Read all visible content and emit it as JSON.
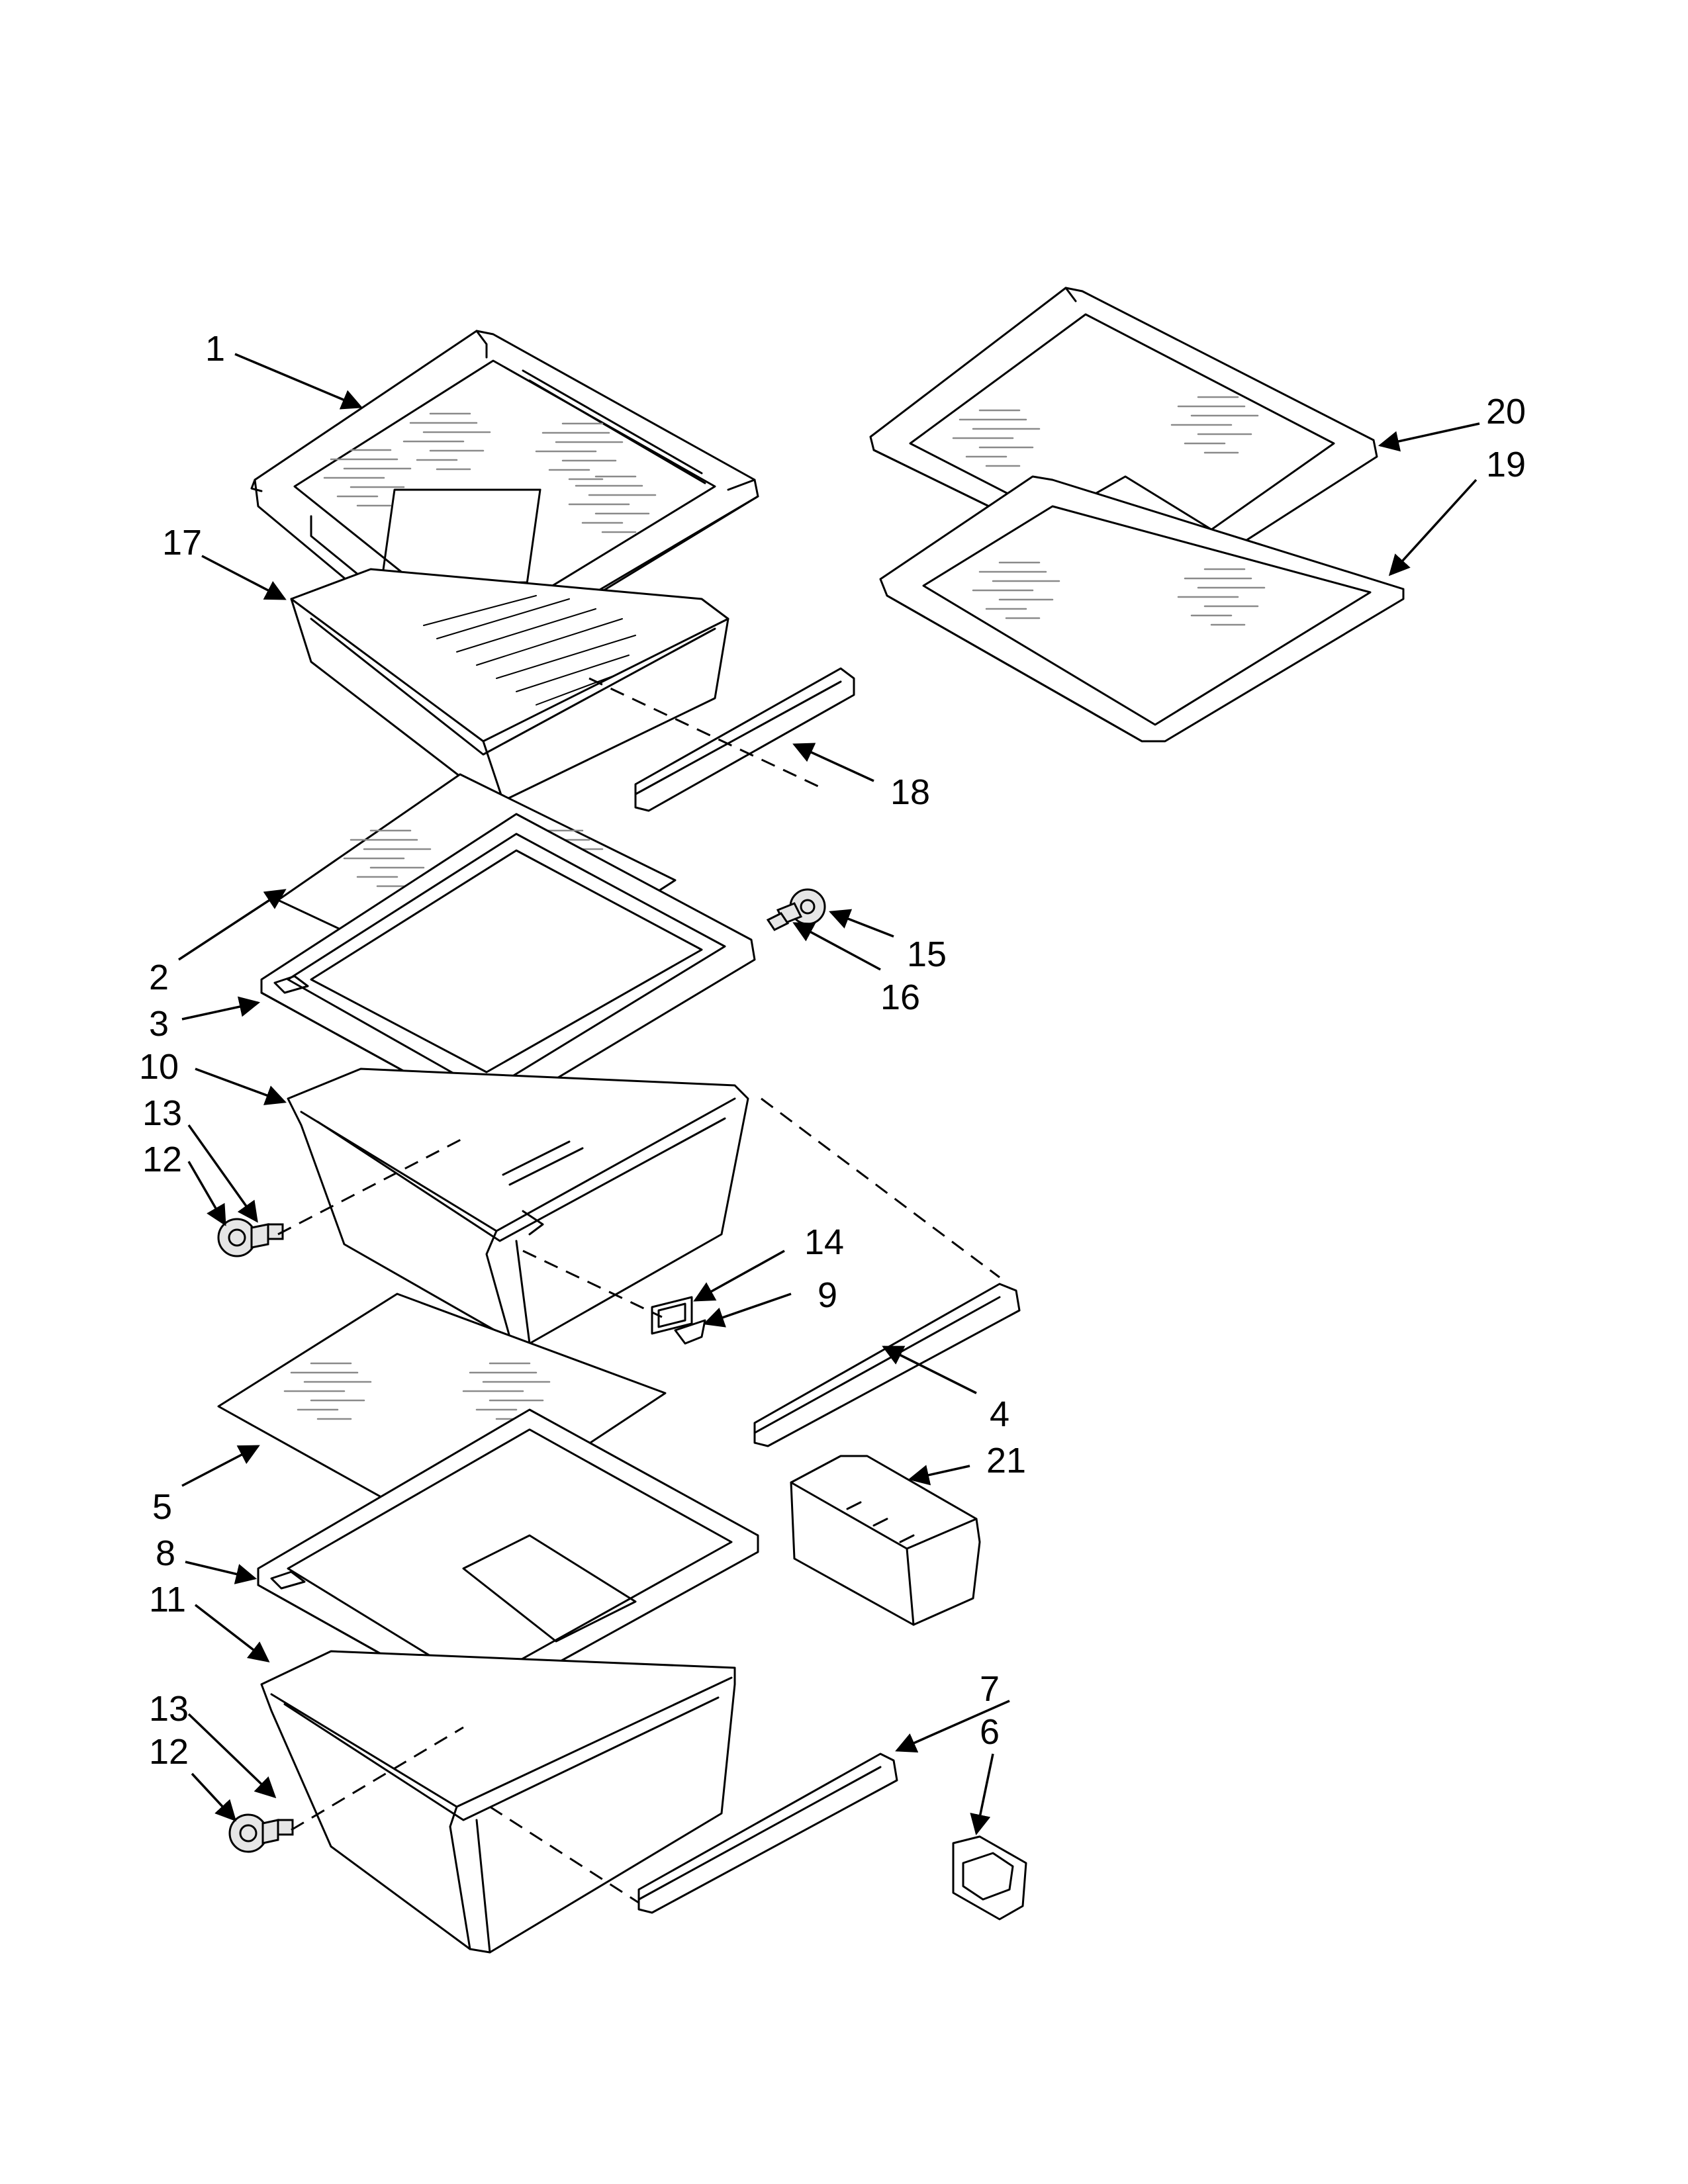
{
  "callouts": {
    "c1": "1",
    "c2": "2",
    "c3": "3",
    "c4": "4",
    "c5": "5",
    "c6": "6",
    "c7": "7",
    "c8": "8",
    "c9": "9",
    "c10": "10",
    "c11": "11",
    "c12a": "12",
    "c12b": "12",
    "c13a": "13",
    "c13b": "13",
    "c14": "14",
    "c15": "15",
    "c16": "16",
    "c17": "17",
    "c18": "18",
    "c19": "19",
    "c20": "20",
    "c21": "21"
  }
}
